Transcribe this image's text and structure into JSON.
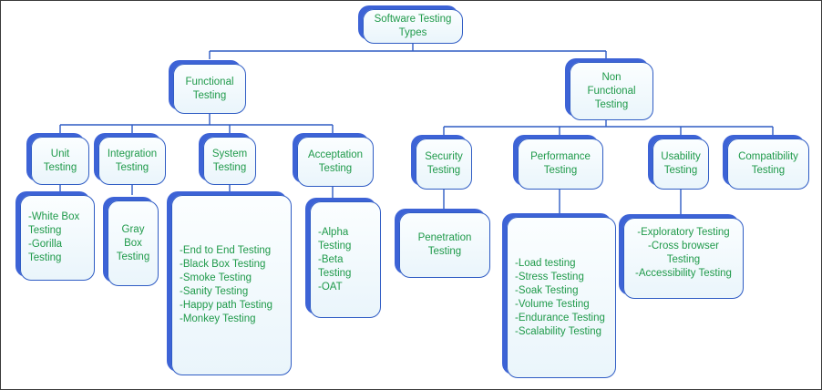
{
  "diagram": {
    "root": "Software Testing\nTypes",
    "functional": "Functional\nTesting",
    "non_functional": "Non\nFunctional\nTesting",
    "unit": "Unit\nTesting",
    "unit_items": "-White Box\nTesting\n-Gorilla\nTesting",
    "integration": "Integration\nTesting",
    "integration_items": "Gray\nBox\nTesting",
    "system": "System\nTesting",
    "system_items": "-End to End Testing\n-Black Box Testing\n-Smoke Testing\n-Sanity Testing\n-Happy path Testing\n-Monkey Testing",
    "acceptance": "Acceptation\nTesting",
    "acceptance_items": "-Alpha\nTesting\n-Beta\nTesting\n  -OAT",
    "security": "Security\nTesting",
    "security_items": "Penetration\nTesting",
    "performance": "Performance\nTesting",
    "performance_items": "-Load testing\n-Stress Testing\n-Soak Testing\n-Volume Testing\n-Endurance Testing\n-Scalability Testing",
    "usability": "Usability\nTesting",
    "usability_items": "-Exploratory Testing\n-Cross browser\nTesting\n-Accessibility Testing",
    "compatibility": "Compatibility\nTesting"
  },
  "colors": {
    "border": "#2f5cc4",
    "shadow": "#3d63d6",
    "text": "#1f9a4a",
    "line": "#2f5cc4"
  }
}
